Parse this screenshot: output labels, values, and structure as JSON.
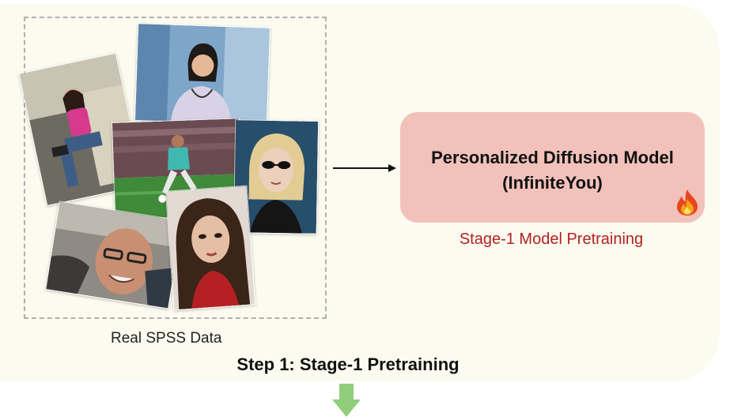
{
  "data_box": {
    "label": "Real SPSS Data"
  },
  "photos": [
    {
      "name": "photo-woman-in-car",
      "icon": "portrait-photo"
    },
    {
      "name": "photo-doctor-smiling",
      "icon": "portrait-photo"
    },
    {
      "name": "photo-soccer-player",
      "icon": "sports-photo"
    },
    {
      "name": "photo-blonde-sunglasses",
      "icon": "portrait-photo"
    },
    {
      "name": "photo-man-glasses-car",
      "icon": "portrait-photo"
    },
    {
      "name": "photo-dark-hair-woman",
      "icon": "portrait-photo"
    }
  ],
  "model": {
    "title_line1": "Personalized Diffusion Model",
    "title_line2": "(InfiniteYou)",
    "icon": "fire-icon"
  },
  "stage_label": "Stage-1 Model Pretraining",
  "step_title": "Step 1: Stage-1 Pretraining",
  "colors": {
    "panel_bg": "#fcfbf0",
    "model_box": "#f2c2ba",
    "stage_label": "#b22222",
    "down_arrow": "#8fce7a"
  }
}
